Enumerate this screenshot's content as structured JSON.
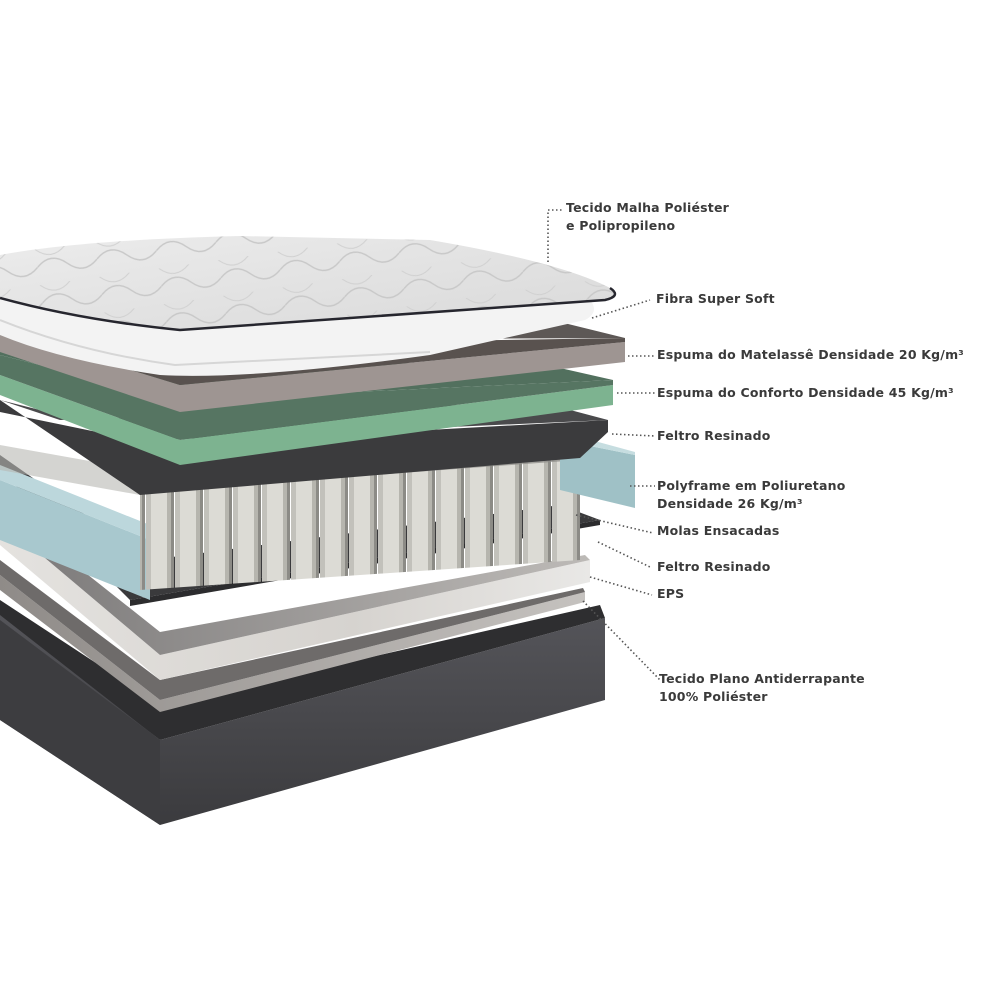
{
  "diagram": {
    "subject": "Exploded view of mattress layers",
    "colors": {
      "background": "#ffffff",
      "label_text": "#3a3a3a",
      "leader_line": "#555555",
      "cover_top": "#e6e6e6",
      "cover_piping": "#2b2b33",
      "fiber": "#f1f1f1",
      "matelasse_foam_top": "#5a5553",
      "matelasse_foam_side": "#9a918e",
      "comfort_foam_top": "#4f6a5a",
      "comfort_foam_side": "#7fb594",
      "felt": "#3d3d3f",
      "springs": "#d9d8d2",
      "polyframe": "#a9c9cf",
      "eps": "#d2d0ce",
      "bottom_fabric": "#8a8786",
      "base_box": "#48484a"
    },
    "layers": [
      {
        "id": "cover",
        "label_line1": "Tecido Malha Poliéster",
        "label_line2": "e Polipropileno"
      },
      {
        "id": "fiber",
        "label_line1": "Fibra Super Soft"
      },
      {
        "id": "matelasse-foam",
        "label_line1": "Espuma do Matelassê Densidade 20 Kg/m³"
      },
      {
        "id": "comfort-foam",
        "label_line1": "Espuma do Conforto Densidade 45 Kg/m³"
      },
      {
        "id": "felt-top",
        "label_line1": "Feltro Resinado"
      },
      {
        "id": "polyframe",
        "label_line1": "Polyframe em Poliuretano",
        "label_line2": "Densidade 26 Kg/m³"
      },
      {
        "id": "springs",
        "label_line1": "Molas Ensacadas"
      },
      {
        "id": "felt-bottom",
        "label_line1": "Feltro Resinado"
      },
      {
        "id": "eps",
        "label_line1": "EPS"
      },
      {
        "id": "bottom-fabric",
        "label_line1": "Tecido Plano Antiderrapante",
        "label_line2": "100% Poliéster"
      }
    ]
  }
}
